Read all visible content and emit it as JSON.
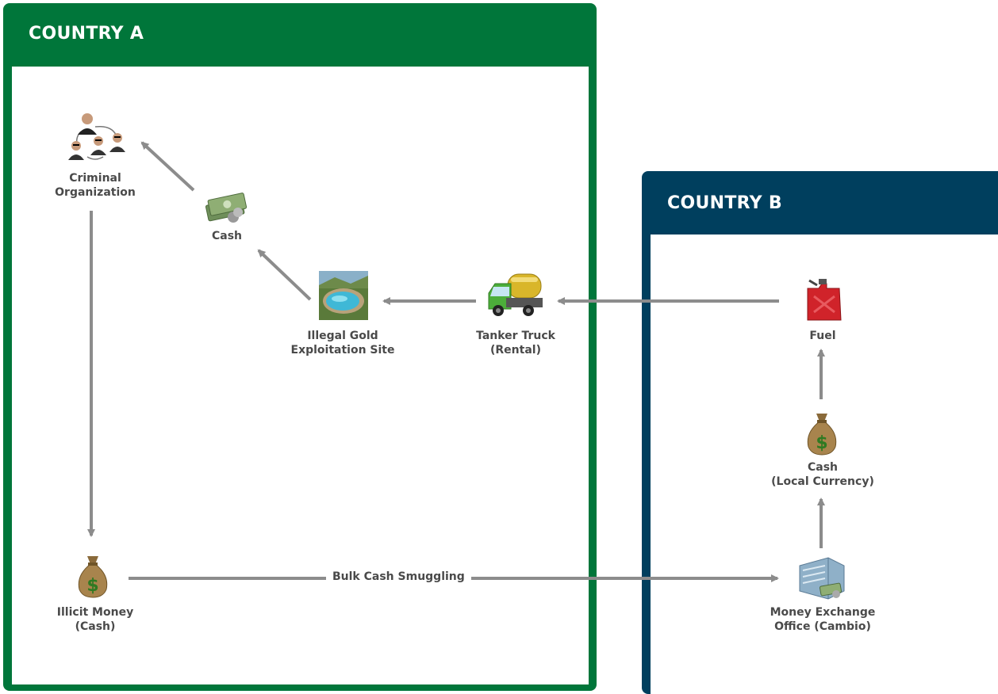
{
  "countries": {
    "a": {
      "title": "COUNTRY A",
      "color": "#00763a"
    },
    "b": {
      "title": "COUNTRY B",
      "color": "#003f5e"
    }
  },
  "nodes": {
    "criminal_org": {
      "label": "Criminal\nOrganization",
      "icon": "people-network-icon"
    },
    "cash_a": {
      "label": "Cash",
      "icon": "cash-stack-icon"
    },
    "gold_site": {
      "label": "Illegal Gold\nExploitation Site",
      "icon": "mining-pit-icon"
    },
    "tanker": {
      "label": "Tanker Truck\n(Rental)",
      "icon": "tanker-truck-icon"
    },
    "illicit_money": {
      "label": "Illicit Money\n(Cash)",
      "icon": "money-bag-icon"
    },
    "fuel": {
      "label": "Fuel",
      "icon": "fuel-can-icon"
    },
    "cash_local": {
      "label": "Cash\n(Local Currency)",
      "icon": "money-bag-icon"
    },
    "exchange": {
      "label": "Money Exchange\nOffice (Cambio)",
      "icon": "exchange-office-icon"
    }
  },
  "flows": {
    "bulk_cash": {
      "label": "Bulk Cash Smuggling"
    }
  },
  "colors": {
    "arrow": "#8c8c8c",
    "label": "#4a4a4a"
  }
}
